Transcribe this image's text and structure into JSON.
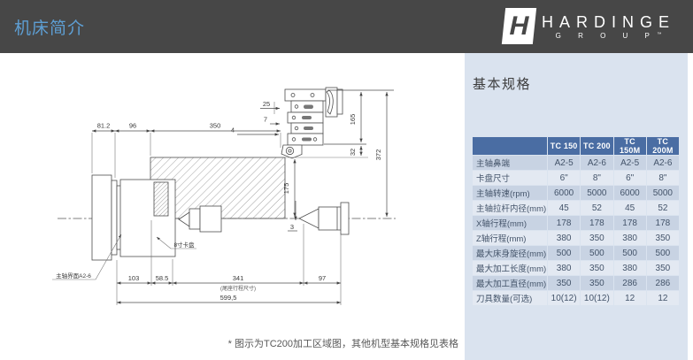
{
  "header": {
    "title": "机床简介",
    "logo": {
      "mark": "H",
      "name": "HARDINGE",
      "subname": "G R O U P",
      "tm": "™"
    }
  },
  "drawing": {
    "dims": {
      "d81": "81.2",
      "d96": "96",
      "d350": "350",
      "d25": "25",
      "d7": "7",
      "d4": "4",
      "d165": "165",
      "d32": "32",
      "d372": "372",
      "d175": "175",
      "d3": "3",
      "d103": "103",
      "d585": "58.5",
      "d341": "341",
      "tailnote": "(尾座行程尺寸)",
      "d97": "97",
      "d5995": "599,5"
    },
    "labels": {
      "chuck": "8寸卡盘",
      "spindle": "主轴界面A2-6"
    }
  },
  "panel": {
    "title": "基本规格",
    "table": {
      "columns": [
        "",
        "TC 150",
        "TC 200",
        "TC 150M",
        "TC 200M"
      ],
      "rows": [
        {
          "label": "主轴鼻端",
          "values": [
            "A2-5",
            "A2-6",
            "A2-5",
            "A2-6"
          ]
        },
        {
          "label": "卡盘尺寸",
          "values": [
            "6\"",
            "8\"",
            "6\"",
            "8\""
          ]
        },
        {
          "label": "主轴转速(rpm)",
          "values": [
            "6000",
            "5000",
            "6000",
            "5000"
          ]
        },
        {
          "label": "主轴拉杆内径(mm)",
          "values": [
            "45",
            "52",
            "45",
            "52"
          ]
        },
        {
          "label": "X轴行程(mm)",
          "values": [
            "178",
            "178",
            "178",
            "178"
          ]
        },
        {
          "label": "Z轴行程(mm)",
          "values": [
            "380",
            "350",
            "380",
            "350"
          ]
        },
        {
          "label": "最大床身旋径(mm)",
          "values": [
            "500",
            "500",
            "500",
            "500"
          ]
        },
        {
          "label": "最大加工长度(mm)",
          "values": [
            "380",
            "350",
            "380",
            "350"
          ]
        },
        {
          "label": "最大加工直径(mm)",
          "values": [
            "350",
            "350",
            "286",
            "286"
          ]
        },
        {
          "label": "刀具数量(可选)",
          "values": [
            "10(12)",
            "10(12)",
            "12",
            "12"
          ]
        }
      ]
    }
  },
  "footnote": "* 图示为TC200加工区域图，其他机型基本规格见表格"
}
